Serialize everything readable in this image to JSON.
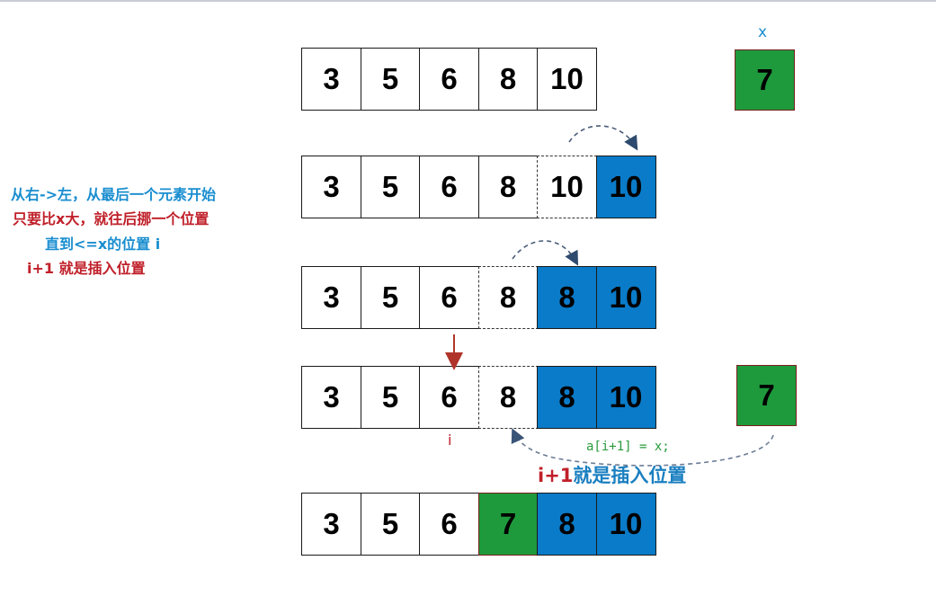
{
  "x_label": "x",
  "x_value": "7",
  "x_value_again": "7",
  "rows": [
    {
      "cells": [
        {
          "v": "3",
          "style": "white"
        },
        {
          "v": "5",
          "style": "white"
        },
        {
          "v": "6",
          "style": "white"
        },
        {
          "v": "8",
          "style": "white"
        },
        {
          "v": "10",
          "style": "white"
        }
      ]
    },
    {
      "cells": [
        {
          "v": "3",
          "style": "white"
        },
        {
          "v": "5",
          "style": "white"
        },
        {
          "v": "6",
          "style": "white"
        },
        {
          "v": "8",
          "style": "white"
        },
        {
          "v": "10",
          "style": "dashed"
        },
        {
          "v": "10",
          "style": "blue"
        }
      ]
    },
    {
      "cells": [
        {
          "v": "3",
          "style": "white"
        },
        {
          "v": "5",
          "style": "white"
        },
        {
          "v": "6",
          "style": "white"
        },
        {
          "v": "8",
          "style": "dashed"
        },
        {
          "v": "8",
          "style": "blue"
        },
        {
          "v": "10",
          "style": "blue"
        }
      ]
    },
    {
      "cells": [
        {
          "v": "3",
          "style": "white"
        },
        {
          "v": "5",
          "style": "white"
        },
        {
          "v": "6",
          "style": "white"
        },
        {
          "v": "8",
          "style": "dashed"
        },
        {
          "v": "8",
          "style": "blue"
        },
        {
          "v": "10",
          "style": "blue"
        }
      ]
    },
    {
      "cells": [
        {
          "v": "3",
          "style": "white"
        },
        {
          "v": "5",
          "style": "white"
        },
        {
          "v": "6",
          "style": "white"
        },
        {
          "v": "7",
          "style": "green"
        },
        {
          "v": "8",
          "style": "blue"
        },
        {
          "v": "10",
          "style": "blue"
        }
      ]
    }
  ],
  "notes": {
    "line1": "从右->左，从最后一个元素开始",
    "line2": "只要比x大，就往后挪一个位置",
    "line3": "直到<=x的位置 i",
    "line4": "i+1 就是插入位置"
  },
  "i_label": "i",
  "code": "a[i+1] = x;",
  "insert_prefix": "i+1",
  "insert_text": "就是插入位置",
  "colors": {
    "blue": "#0a7bc8",
    "green": "#1e9a3c",
    "red": "#c0202a",
    "text_blue": "#1a8ed0"
  }
}
